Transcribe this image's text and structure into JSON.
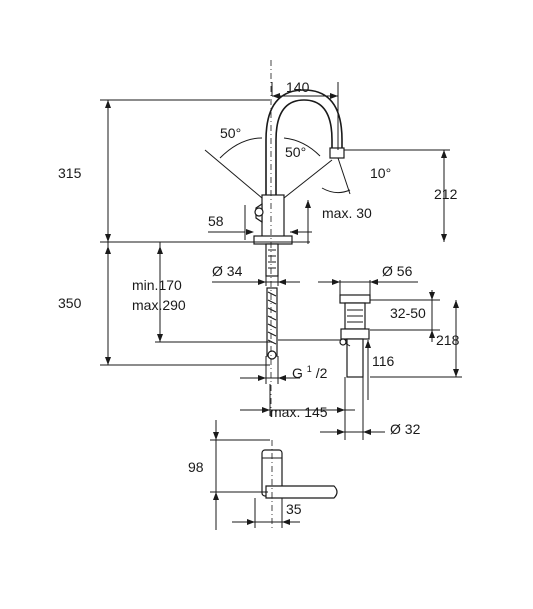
{
  "dimensions": {
    "width_140": "140",
    "height_315": "315",
    "angle_left_50": "50°",
    "angle_right_50": "50°",
    "angle_10": "10°",
    "height_212": "212",
    "width_58": "58",
    "max_30": "max. 30",
    "dia_34": "Ø 34",
    "dia_56": "Ø 56",
    "min_170": "min.170",
    "max_290": "max.290",
    "height_350": "350",
    "range_32_50": "32-50",
    "height_218": "218",
    "thread_g": "G",
    "thread_num": "1",
    "thread_den": "/2",
    "height_116": "116",
    "max_145": "max. 145",
    "dia_32": "Ø 32",
    "depth_98": "98",
    "width_35": "35"
  }
}
